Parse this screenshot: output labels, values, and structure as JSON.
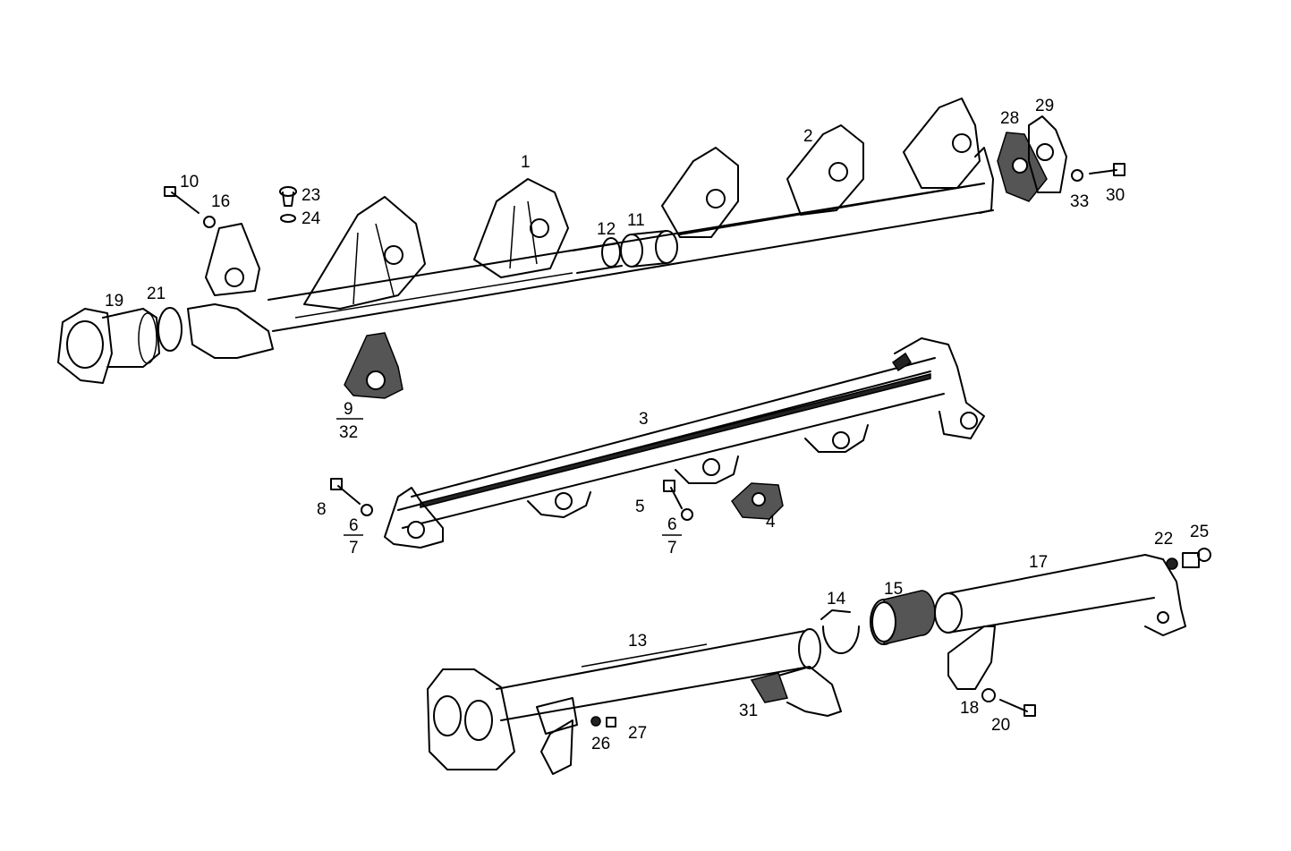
{
  "callouts": {
    "n1": "1",
    "n2": "2",
    "n3": "3",
    "n4": "4",
    "n5": "5",
    "n6a": "6",
    "n7a": "7",
    "n6b": "6",
    "n7b": "7",
    "n8": "8",
    "n9": "9",
    "n32": "32",
    "n10": "10",
    "n11": "11",
    "n12": "12",
    "n13": "13",
    "n14": "14",
    "n15": "15",
    "n16": "16",
    "n17": "17",
    "n18": "18",
    "n19": "19",
    "n20": "20",
    "n21": "21",
    "n22": "22",
    "n23": "23",
    "n24": "24",
    "n25": "25",
    "n26": "26",
    "n27": "27",
    "n28": "28",
    "n29": "29",
    "n30": "30",
    "n31": "31",
    "n33": "33"
  }
}
